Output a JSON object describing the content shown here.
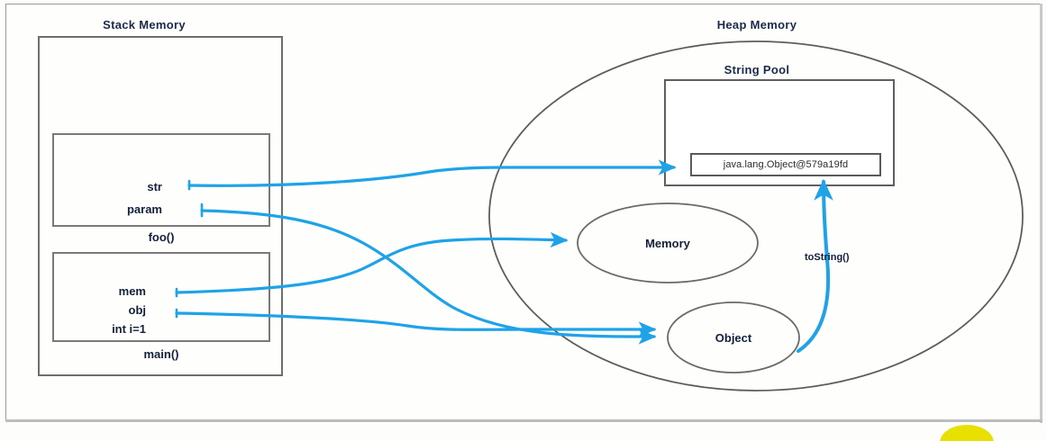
{
  "diagram": {
    "title_stack": "Stack Memory",
    "title_heap": "Heap Memory",
    "title_pool": "String Pool"
  },
  "stack": {
    "frames": [
      {
        "name": "foo()",
        "slots": [
          "str",
          "param"
        ]
      },
      {
        "name": "main()",
        "slots": [
          "mem",
          "obj",
          "int i=1"
        ]
      }
    ]
  },
  "heap": {
    "pool_entry": "java.lang.Object@579a19fd",
    "objects": [
      {
        "label": "Memory"
      },
      {
        "label": "Object"
      }
    ]
  },
  "edges": [
    {
      "from": "str",
      "to": "pool_entry",
      "label": ""
    },
    {
      "from": "param",
      "to": "Object",
      "label": ""
    },
    {
      "from": "mem",
      "to": "Memory",
      "label": ""
    },
    {
      "from": "obj",
      "to": "Object",
      "label": ""
    },
    {
      "from": "Object",
      "to": "pool_entry",
      "label": "toString()"
    }
  ],
  "edge_labels": {
    "to_string": "toString()"
  },
  "colors": {
    "arrow": "#1ea2e8",
    "outline": "#5d5d5d",
    "text": "#13213d",
    "accent_blob": "#e8e000"
  }
}
